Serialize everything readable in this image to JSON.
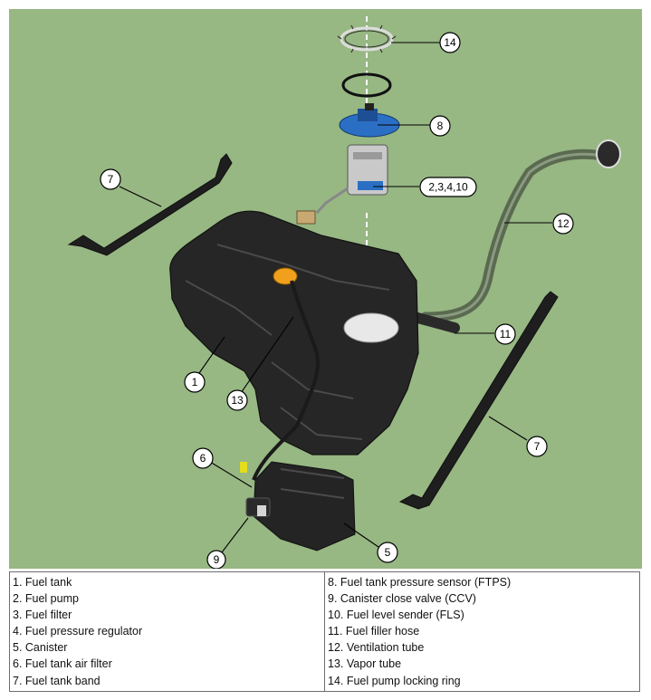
{
  "colors": {
    "background": "#97b783",
    "tank": "#262626",
    "pump_flange": "#2b6fc4",
    "filler_cap": "#f0a01c",
    "connector_yellow": "#e3dd1e"
  },
  "callouts": [
    {
      "id": "c14",
      "label": "14"
    },
    {
      "id": "c8",
      "label": "8"
    },
    {
      "id": "c2",
      "label": "2,3,4,10"
    },
    {
      "id": "c7a",
      "label": "7"
    },
    {
      "id": "c12",
      "label": "12"
    },
    {
      "id": "c11",
      "label": "11"
    },
    {
      "id": "c1",
      "label": "1"
    },
    {
      "id": "c13",
      "label": "13"
    },
    {
      "id": "c7b",
      "label": "7"
    },
    {
      "id": "c6",
      "label": "6"
    },
    {
      "id": "c5",
      "label": "5"
    },
    {
      "id": "c9",
      "label": "9"
    }
  ],
  "legend": {
    "left": [
      "1. Fuel tank",
      "2. Fuel pump",
      "3. Fuel filter",
      "4. Fuel pressure regulator",
      "5. Canister",
      "6. Fuel tank air filter",
      "7. Fuel tank band"
    ],
    "right": [
      "8. Fuel tank pressure sensor (FTPS)",
      "9. Canister close valve (CCV)",
      "10. Fuel level sender (FLS)",
      "11. Fuel filler hose",
      "12. Ventilation tube",
      "13. Vapor tube",
      "14. Fuel pump locking ring"
    ]
  }
}
